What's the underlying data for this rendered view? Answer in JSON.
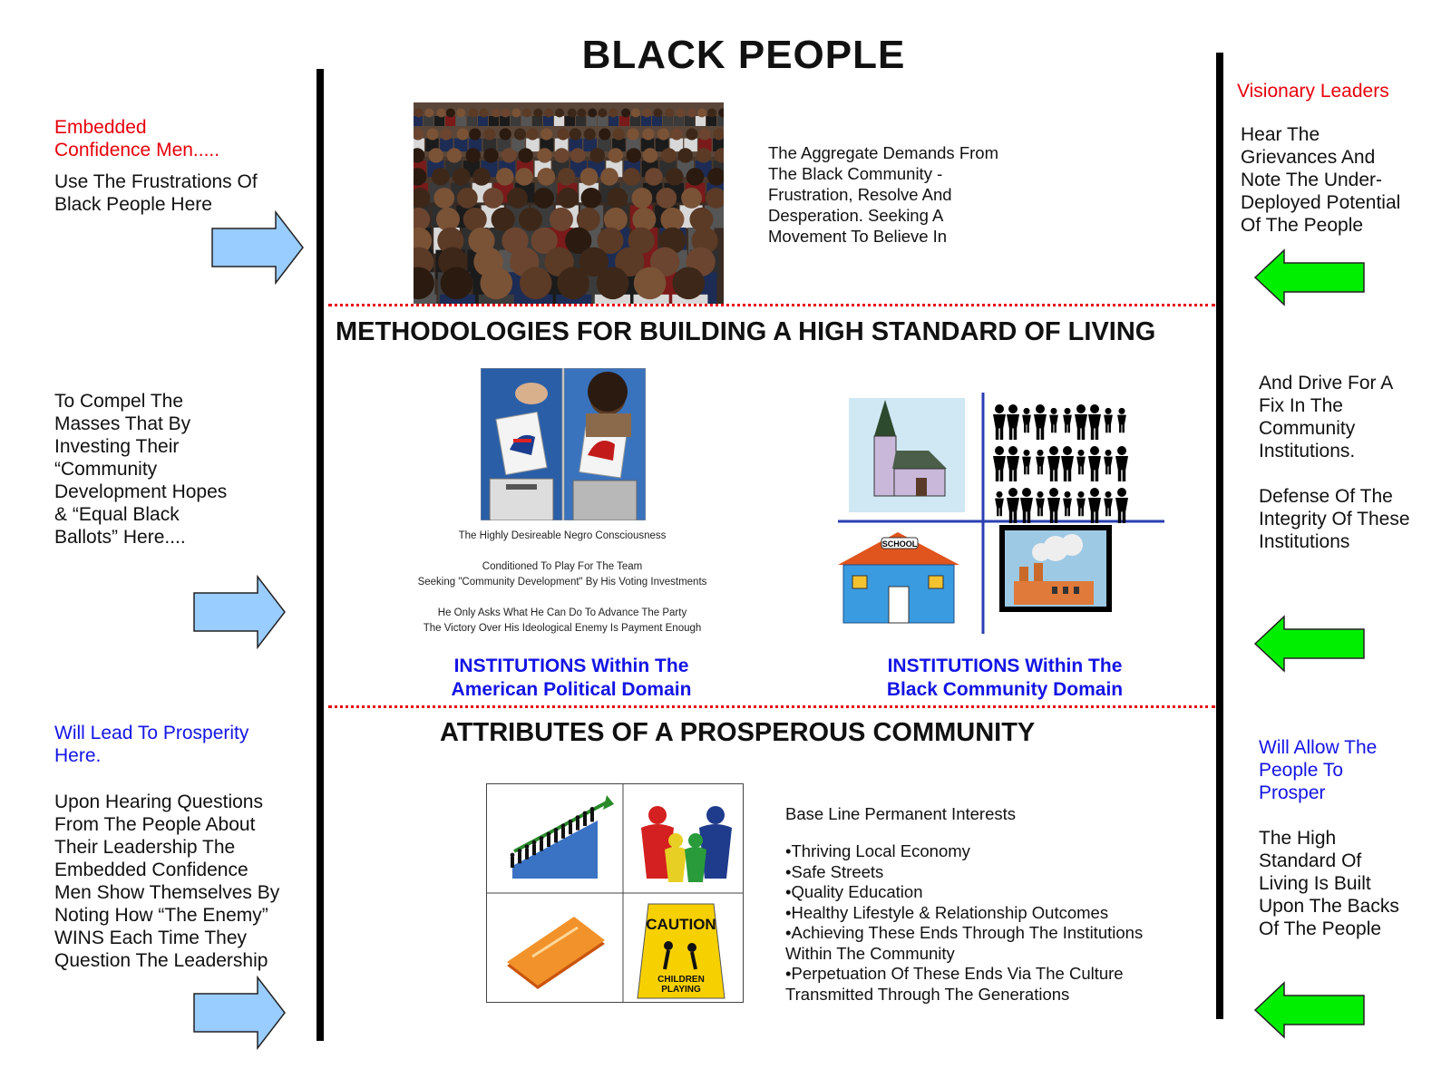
{
  "title": "BLACK PEOPLE",
  "left": {
    "heading": "Embedded\nConfidence Men.....",
    "text1": "Use The Frustrations Of\nBlack People Here",
    "text2": "To Compel The\nMasses That By\nInvesting Their\n“Community\nDevelopment Hopes\n & “Equal Black\nBallots” Here....",
    "prosper": "Will Lead To Prosperity\nHere.",
    "text3": "Upon Hearing Questions\nFrom The People About\nTheir Leadership The\nEmbedded Confidence\nMen Show Themselves By\nNoting How “The Enemy”\nWINS Each Time They\nQuestion The Leadership"
  },
  "right": {
    "heading": "Visionary Leaders",
    "text1": "Hear The\nGrievances And\nNote The Under-\nDeployed Potential\nOf The People",
    "text2": "And Drive For A\nFix In The\nCommunity\nInstitutions.\n\nDefense Of The\nIntegrity Of These\nInstitutions",
    "prosper": "Will Allow The\nPeople To\nProsper",
    "text3": "The High\nStandard Of\nLiving Is Built\nUpon The Backs\nOf The People"
  },
  "center": {
    "demands": "The Aggregate Demands From\nThe Black Community -\nFrustration, Resolve And\nDesperation.  Seeking A\nMovement To Believe In",
    "section2_title": "METHODOLOGIES FOR BUILDING A HIGH STANDARD OF LIVING",
    "political_caption": {
      "line1": "The Highly Desireable Negro Consciousness",
      "line2": "Conditioned To Play For The Team\nSeeking \"Community Development\" By His Voting Investments",
      "line3": "He Only Asks What He Can Do To Advance The Party\nThe Victory Over His Ideological Enemy Is Payment Enough"
    },
    "inst_political": "INSTITUTIONS Within The\nAmerican Political Domain",
    "inst_community": "INSTITUTIONS Within The\nBlack Community Domain",
    "school_label": "SCHOOL",
    "section3_title": "ATTRIBUTES OF A PROSPEROUS COMMUNITY",
    "caution_label": "CAUTION",
    "children_label": "CHILDREN\nPLAYING",
    "interests_title": "Base Line Permanent Interests",
    "interests": "•Thriving Local Economy\n•Safe Streets\n•Quality Education\n•Healthy Lifestyle & Relationship Outcomes\n•Achieving These Ends Through The Institutions\nWithin The Community\n•Perpetuation Of These Ends Via The Culture\nTransmitted Through The Generations"
  },
  "colors": {
    "red": "#e8000b",
    "blue": "#1414e6",
    "arrow_blue": "#99ccff",
    "arrow_green": "#00ee00"
  }
}
